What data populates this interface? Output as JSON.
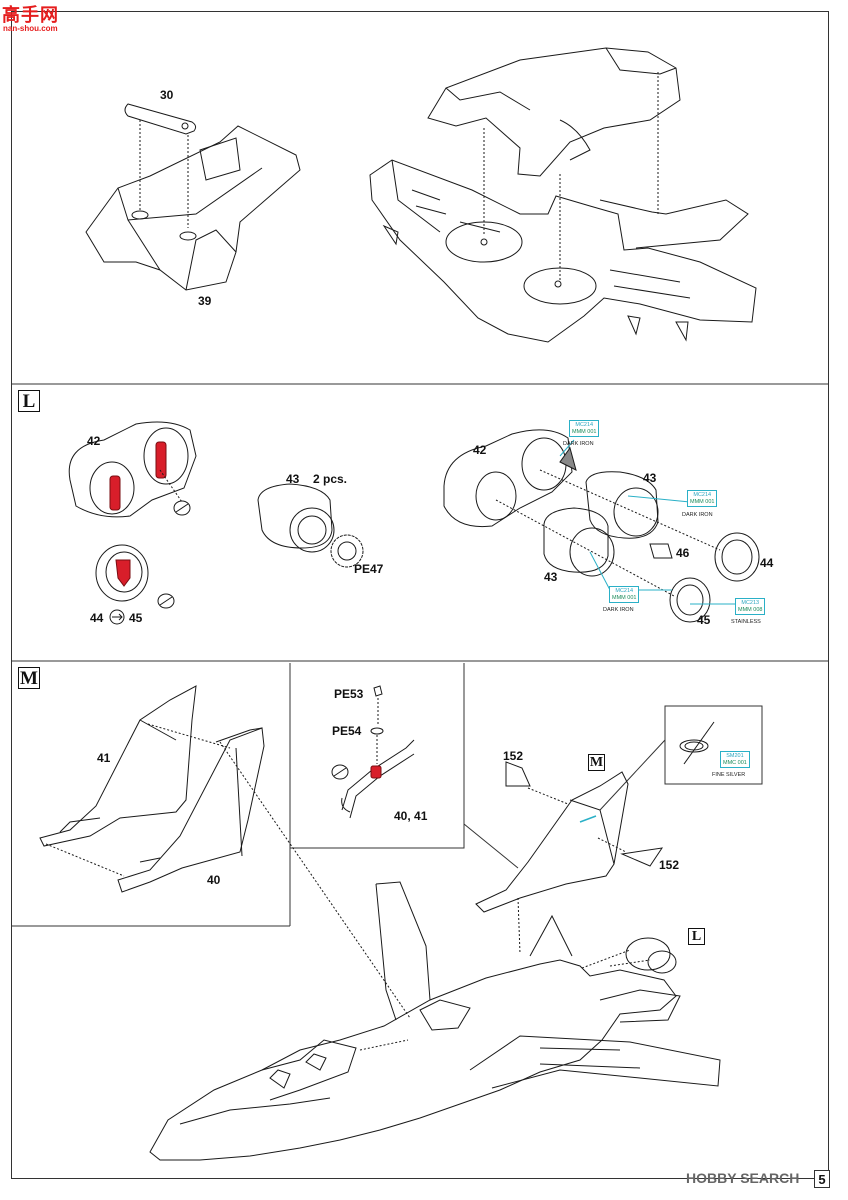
{
  "watermark": {
    "cn": "高手网",
    "url": "nan-shou.com"
  },
  "steps": {
    "l": {
      "letter": "L"
    },
    "m": {
      "letter": "M"
    }
  },
  "parts": {
    "p30": "30",
    "p39": "39",
    "p42a": "42",
    "p43a": "43",
    "pcs": "2 pcs.",
    "pe47": "PE47",
    "p44a": "44",
    "p45a": "45",
    "p42b": "42",
    "p43b": "43",
    "p43c": "43",
    "p46": "46",
    "p44b": "44",
    "p45b": "45",
    "p41": "41",
    "p40": "40",
    "pe53": "PE53",
    "pe54": "PE54",
    "p4041": "40, 41",
    "p152a": "152",
    "p152b": "152"
  },
  "paints": [
    {
      "code": "MC214",
      "gunze": "MMM 001",
      "name": "DARK IRON"
    },
    {
      "code": "MC214",
      "gunze": "MMM 001",
      "name": "DARK IRON"
    },
    {
      "code": "MC214",
      "gunze": "MMM 001",
      "name": "DARK IRON"
    },
    {
      "code": "MC213",
      "gunze": "MMM 008",
      "name": "STAINLESS"
    },
    {
      "code": "SM201",
      "gunze": "MMC 001",
      "name": "FINE SILVER"
    }
  ],
  "footer": {
    "brand": "HOBBY SEARCH",
    "page": "5"
  },
  "colors": {
    "accent_red": "#d81e2a",
    "paint_cyan": "#2ab0c7"
  }
}
